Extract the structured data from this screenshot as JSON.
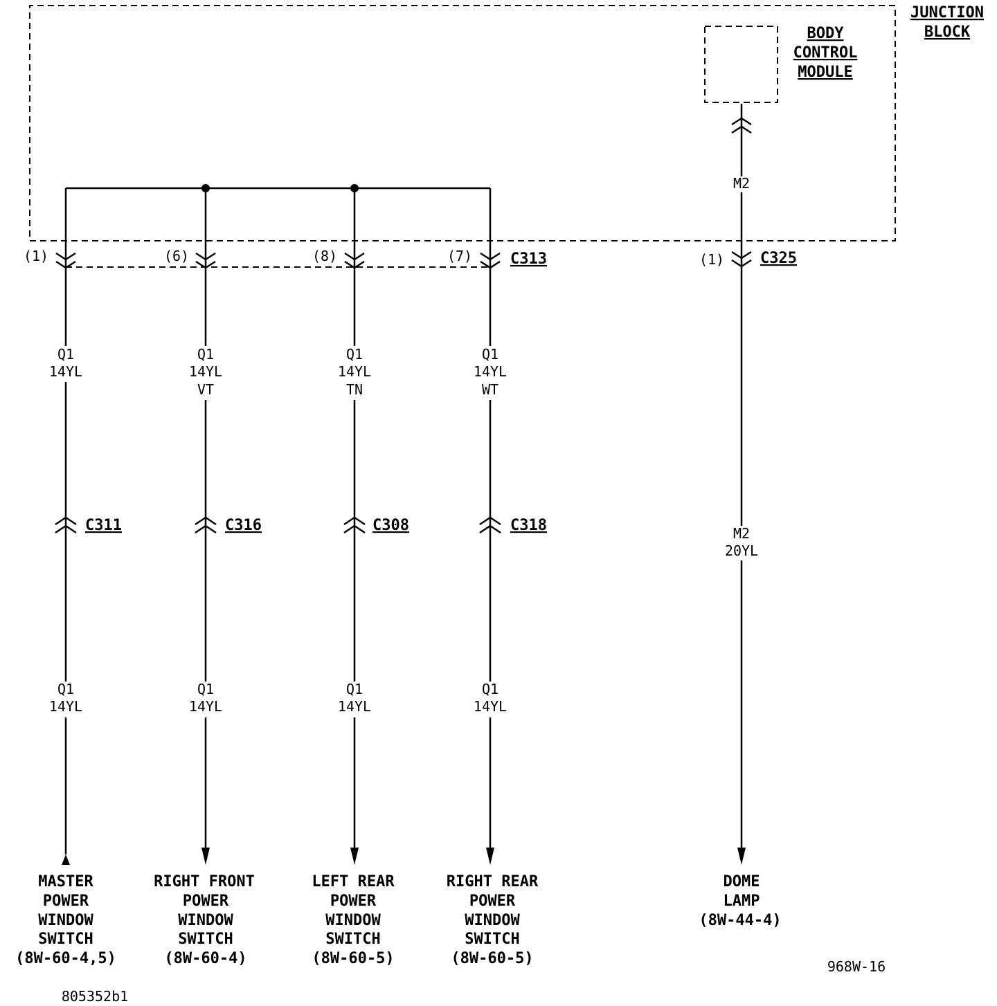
{
  "junction_block": {
    "line1": "JUNCTION",
    "line2": "BLOCK"
  },
  "body_control_module": {
    "line1": "BODY",
    "line2": "CONTROL",
    "line3": "MODULE"
  },
  "connectors": {
    "c313": "C313",
    "c325": "C325",
    "c311": "C311",
    "c316": "C316",
    "c308": "C308",
    "c318": "C318"
  },
  "pins": {
    "p1": "(1)",
    "p6": "(6)",
    "p8": "(8)",
    "p7": "(7)",
    "p325": "(1)"
  },
  "wires": {
    "m2_upper": "M2",
    "col1_upper": {
      "circuit": "Q1",
      "gauge": "14YL",
      "tracer": ""
    },
    "col2_upper": {
      "circuit": "Q1",
      "gauge": "14YL",
      "tracer": "VT"
    },
    "col3_upper": {
      "circuit": "Q1",
      "gauge": "14YL",
      "tracer": "TN"
    },
    "col4_upper": {
      "circuit": "Q1",
      "gauge": "14YL",
      "tracer": "WT"
    },
    "col5_mid": {
      "circuit": "M2",
      "gauge": "20YL"
    },
    "col1_lower": {
      "circuit": "Q1",
      "gauge": "14YL"
    },
    "col2_lower": {
      "circuit": "Q1",
      "gauge": "14YL"
    },
    "col3_lower": {
      "circuit": "Q1",
      "gauge": "14YL"
    },
    "col4_lower": {
      "circuit": "Q1",
      "gauge": "14YL"
    }
  },
  "destinations": {
    "master": [
      "MASTER",
      "POWER",
      "WINDOW",
      "SWITCH",
      "(8W-60-4,5)"
    ],
    "right_front": [
      "RIGHT FRONT",
      "POWER",
      "WINDOW",
      "SWITCH",
      "(8W-60-4)"
    ],
    "left_rear": [
      "LEFT REAR",
      "POWER",
      "WINDOW",
      "SWITCH",
      "(8W-60-5)"
    ],
    "right_rear": [
      "RIGHT REAR",
      "POWER",
      "WINDOW",
      "SWITCH",
      "(8W-60-5)"
    ],
    "dome_lamp": [
      "DOME",
      "LAMP",
      "(8W-44-4)"
    ]
  },
  "figure_ids": {
    "sheet": "968W-16",
    "part": "805352b1"
  }
}
